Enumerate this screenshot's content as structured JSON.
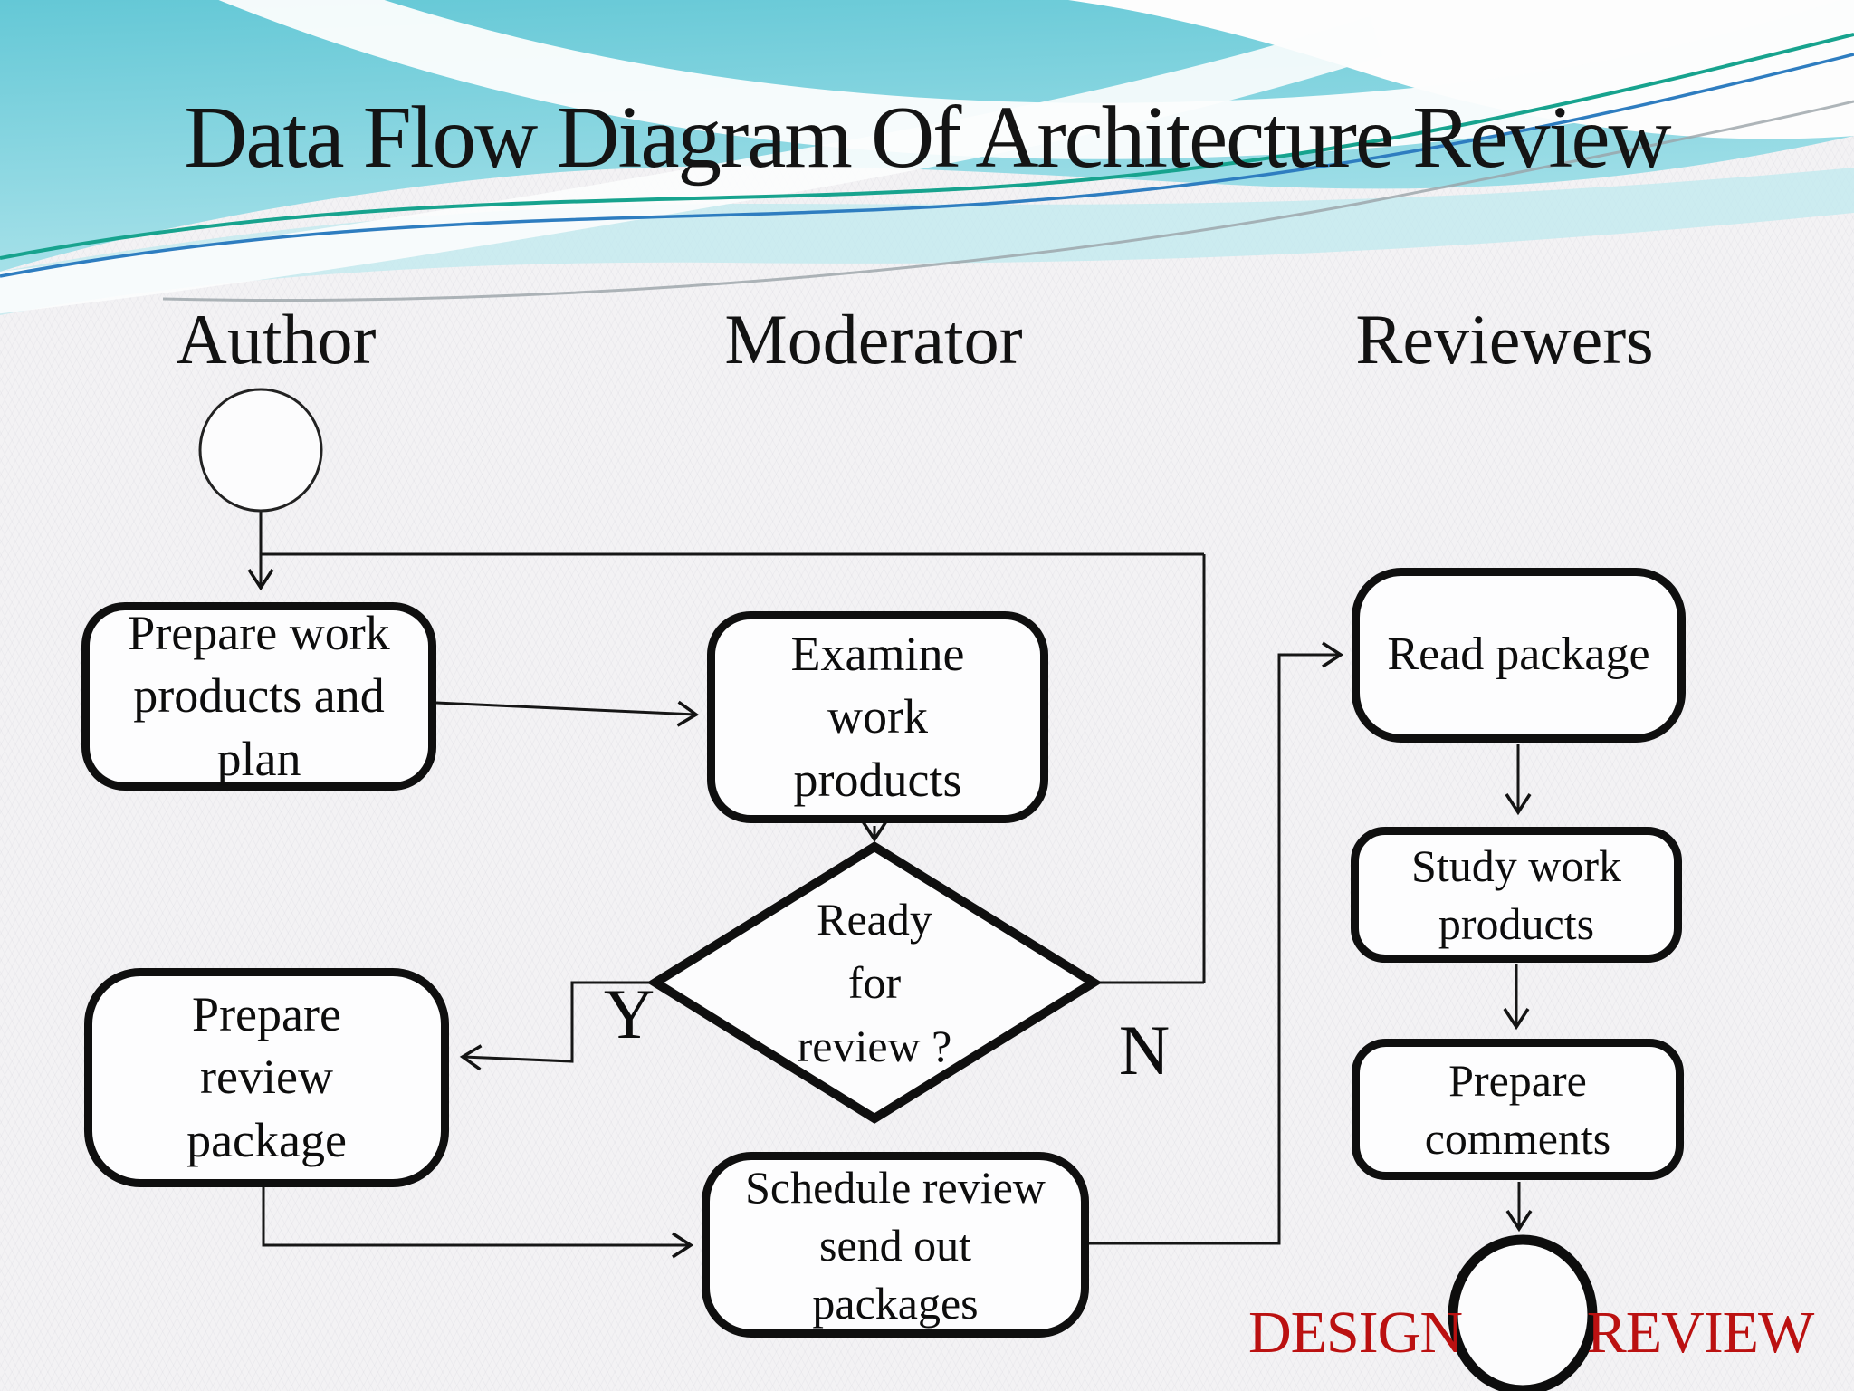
{
  "slide": {
    "title": "Data Flow Diagram Of Architecture Review",
    "background": "#f3f2f4",
    "accent_red": "#bb1111",
    "wave_colors": {
      "teal_top": "#64c8d6",
      "teal_bottom": "#a9e2ea",
      "teal_soft_band": "#bfe9ef",
      "thin_line_green": "#17a38e",
      "thin_line_blue": "#2e7dc0",
      "thin_line_gray": "#9aa2a8"
    }
  },
  "columns": {
    "author": "Author",
    "moderator": "Moderator",
    "reviewers": "Reviewers"
  },
  "nodes": {
    "prepare_work": "Prepare work\nproducts and\nplan",
    "examine": "Examine\nwork\nproducts",
    "decision": "Ready\nfor\nreview ?",
    "prepare_review": "Prepare\nreview\npackage",
    "schedule": "Schedule review\nsend out\npackages",
    "read_package": "Read package",
    "study_work": "Study work\nproducts",
    "prepare_comments": "Prepare\ncomments"
  },
  "branches": {
    "yes": "Y",
    "no": "N"
  },
  "footer": {
    "left_word": "DESIGN",
    "right_word": "REVIEW"
  }
}
